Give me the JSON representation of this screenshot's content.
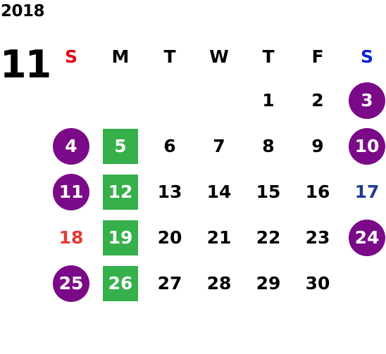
{
  "calendar": {
    "year": "2018",
    "month": "11",
    "weekdays": [
      "S",
      "M",
      "T",
      "W",
      "T",
      "F",
      "S"
    ],
    "weeks": [
      [
        {
          "day": "",
          "style": "none"
        },
        {
          "day": "",
          "style": "none"
        },
        {
          "day": "",
          "style": "none"
        },
        {
          "day": "",
          "style": "none"
        },
        {
          "day": "1",
          "style": "plain"
        },
        {
          "day": "2",
          "style": "plain"
        },
        {
          "day": "3",
          "style": "circle"
        }
      ],
      [
        {
          "day": "4",
          "style": "circle"
        },
        {
          "day": "5",
          "style": "square"
        },
        {
          "day": "6",
          "style": "plain"
        },
        {
          "day": "7",
          "style": "plain"
        },
        {
          "day": "8",
          "style": "plain"
        },
        {
          "day": "9",
          "style": "plain"
        },
        {
          "day": "10",
          "style": "circle"
        }
      ],
      [
        {
          "day": "11",
          "style": "circle"
        },
        {
          "day": "12",
          "style": "square"
        },
        {
          "day": "13",
          "style": "plain"
        },
        {
          "day": "14",
          "style": "plain"
        },
        {
          "day": "15",
          "style": "plain"
        },
        {
          "day": "16",
          "style": "plain"
        },
        {
          "day": "17",
          "style": "blue"
        }
      ],
      [
        {
          "day": "18",
          "style": "red"
        },
        {
          "day": "19",
          "style": "square"
        },
        {
          "day": "20",
          "style": "plain"
        },
        {
          "day": "21",
          "style": "plain"
        },
        {
          "day": "22",
          "style": "plain"
        },
        {
          "day": "23",
          "style": "plain"
        },
        {
          "day": "24",
          "style": "circle"
        }
      ],
      [
        {
          "day": "25",
          "style": "circle"
        },
        {
          "day": "26",
          "style": "square"
        },
        {
          "day": "27",
          "style": "plain"
        },
        {
          "day": "28",
          "style": "plain"
        },
        {
          "day": "29",
          "style": "plain"
        },
        {
          "day": "30",
          "style": "plain"
        },
        {
          "day": "",
          "style": "none"
        }
      ]
    ]
  },
  "colors": {
    "circle_bg": "#7a0a88",
    "square_bg": "#35b04a",
    "sunday_header": "#e50012",
    "saturday_header": "#1020d8",
    "red_day": "#e53935",
    "blue_day": "#1f3c8f"
  }
}
